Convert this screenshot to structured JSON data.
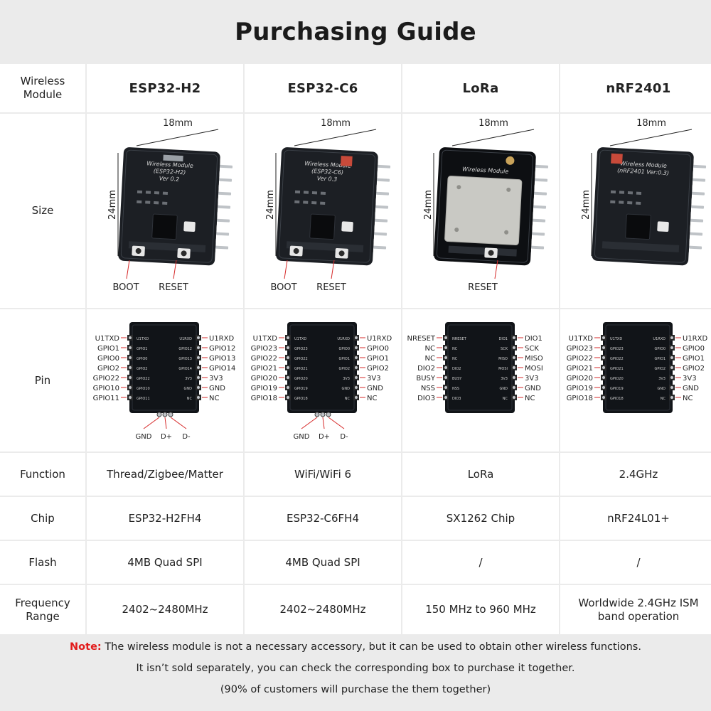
{
  "page": {
    "title": "Purchasing Guide"
  },
  "table": {
    "row_labels": {
      "module": "Wireless Module",
      "size": "Size",
      "pin": "Pin",
      "function": "Function",
      "chip": "Chip",
      "flash": "Flash",
      "frequency": "Frequency Range"
    },
    "modules": [
      {
        "name": "ESP32-H2",
        "silk": [
          "Wireless Module",
          "(ESP32-H2)",
          "Ver 0.2"
        ],
        "width_label": "18mm",
        "height_label": "24mm",
        "buttons": [
          "BOOT",
          "RESET"
        ],
        "pins_left": [
          "U1TXD",
          "GPIO1",
          "GPIO0",
          "GPIO2",
          "GPIO22",
          "GPIO10",
          "GPIO11"
        ],
        "pins_right": [
          "U1RXD",
          "GPIO12",
          "GPIO13",
          "GPIO14",
          "3V3",
          "GND",
          "NC"
        ],
        "pins_bottom": [
          "GND",
          "D+",
          "D-"
        ],
        "function": "Thread/Zigbee/Matter",
        "chip": "ESP32-H2FH4",
        "flash": "4MB Quad SPI",
        "frequency": "2402~2480MHz"
      },
      {
        "name": "ESP32-C6",
        "silk": [
          "Wireless Module",
          "(ESP32-C6)",
          "Ver 0.3"
        ],
        "width_label": "18mm",
        "height_label": "24mm",
        "buttons": [
          "BOOT",
          "RESET"
        ],
        "pins_left": [
          "U1TXD",
          "GPIO23",
          "GPIO22",
          "GPIO21",
          "GPIO20",
          "GPIO19",
          "GPIO18"
        ],
        "pins_right": [
          "U1RXD",
          "GPIO0",
          "GPIO1",
          "GPIO2",
          "3V3",
          "GND",
          "NC"
        ],
        "pins_bottom": [
          "GND",
          "D+",
          "D-"
        ],
        "function": "WiFi/WiFi 6",
        "chip": "ESP32-C6FH4",
        "flash": "4MB Quad SPI",
        "frequency": "2402~2480MHz"
      },
      {
        "name": "LoRa",
        "silk": [
          "Wireless Module"
        ],
        "width_label": "18mm",
        "height_label": "24mm",
        "buttons": [
          "RESET"
        ],
        "pins_left": [
          "NRESET",
          "NC",
          "NC",
          "DIO2",
          "BUSY",
          "NSS",
          "DIO3"
        ],
        "pins_right": [
          "DIO1",
          "SCK",
          "MISO",
          "MOSI",
          "3V3",
          "GND",
          "NC"
        ],
        "pins_bottom": [],
        "function": "LoRa",
        "chip": "SX1262 Chip",
        "flash": "/",
        "frequency": "150 MHz to 960 MHz"
      },
      {
        "name": "nRF2401",
        "silk": [
          "Wireless Module",
          "(nRF2401 Ver:0.3)"
        ],
        "width_label": "18mm",
        "height_label": "24mm",
        "buttons": [],
        "pins_left": [
          "U1TXD",
          "GPIO23",
          "GPIO22",
          "GPIO21",
          "GPIO20",
          "GPIO19",
          "GPIO18"
        ],
        "pins_right": [
          "U1RXD",
          "GPIO0",
          "GPIO1",
          "GPIO2",
          "3V3",
          "GND",
          "NC"
        ],
        "pins_bottom": [],
        "function": "2.4GHz",
        "chip": "nRF24L01+",
        "flash": "/",
        "frequency": "Worldwide 2.4GHz ISM band operation"
      }
    ]
  },
  "note": {
    "key": "Note:",
    "line1": " The wireless module is not a necessary accessory, but it can be used to obtain other wireless functions.",
    "line2": "It isn’t sold separately, you can check the corresponding box to purchase it together.",
    "line3": "(90% of customers will purchase the them together)"
  },
  "colors": {
    "background": "#ebebeb",
    "cell": "#ffffff",
    "board": "#1c1f24",
    "pin_metal": "#bfc3c7",
    "note_accent": "#e21c1c",
    "callout": "#d62828"
  }
}
